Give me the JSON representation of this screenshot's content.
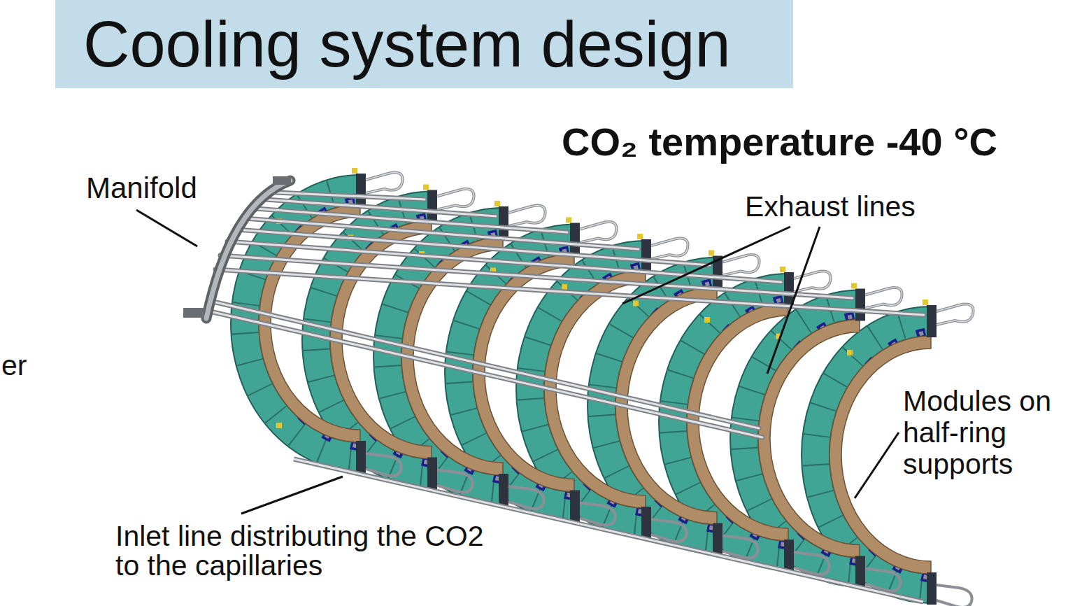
{
  "diagram": {
    "title": "Cooling system design",
    "labels": [
      "CO₂ temperature -40 °C",
      "Manifold",
      "Exhaust lines",
      "Modules on half-ring supports",
      "Inlet line distributing the CO2 to the capillaries",
      "er"
    ]
  }
}
